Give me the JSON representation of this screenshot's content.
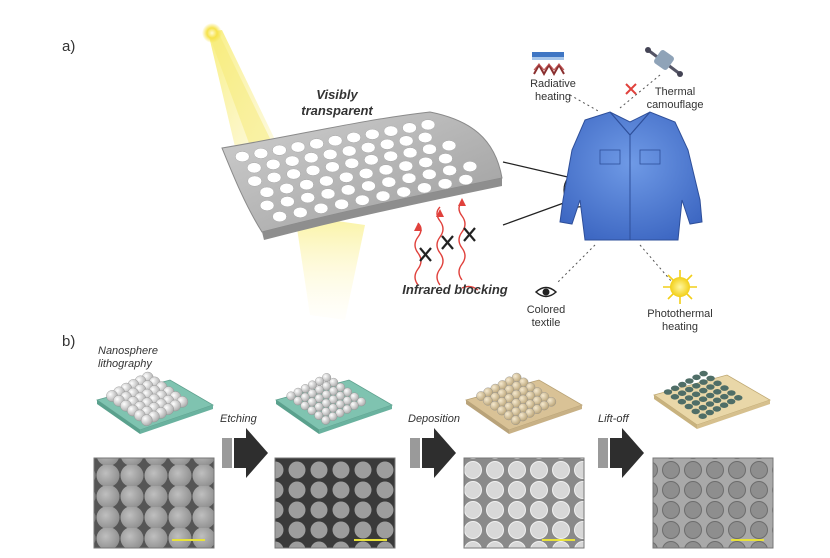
{
  "panel_a": {
    "label": "a)",
    "visibly_transparent": "Visibly transparent",
    "infrared_blocking": "Infrared blocking",
    "applications": {
      "radiative_heating": "Radiative heating",
      "thermal_camouflage": "Thermal camouflage",
      "colored_textile": "Colored textile",
      "photothermal_heating": "Photothermal heating"
    }
  },
  "panel_b": {
    "label": "b)",
    "steps": {
      "nanosphere": "Nanosphere lithography",
      "etching": "Etching",
      "deposition": "Deposition",
      "liftoff": "Lift-off"
    }
  },
  "colors": {
    "membrane": "#b9b9b9",
    "substrate_green": "#7fc3b0",
    "gold_film": "#d9c296",
    "shirt_blue": "#4f7fd6",
    "sun_yellow": "#f5e04a",
    "ir_red": "#e0413c",
    "scale_bar": "#e8e23a"
  }
}
